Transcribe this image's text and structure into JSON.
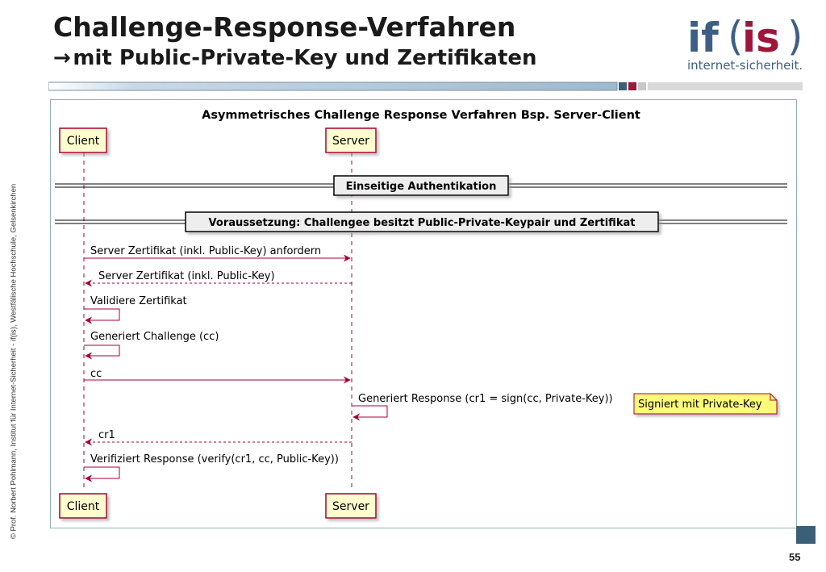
{
  "slide": {
    "title_line1": "Challenge-Response-Verfahren",
    "title_arrow": "→",
    "title_line2": "mit Public-Private-Key und Zertifikaten",
    "page_number": "55",
    "sidebar_text": "© Prof. Norbert Pohlmann, Institut für Internet-Sicherheit - if(is), Westfälische Hochschule, Gelsenkirchen"
  },
  "logo": {
    "if_text": "if",
    "open_paren": "(",
    "is_text": "is",
    "close_paren": ")",
    "subtitle": "internet-sicherheit.",
    "color_blue": "#3e5f85",
    "color_red": "#a0163a"
  },
  "diagram": {
    "title": "Asymmetrisches Challenge Response Verfahren Bsp. Server-Client",
    "participants": {
      "client": "Client",
      "server": "Server"
    },
    "dividers": {
      "auth": "Einseitige Authentikation",
      "precondition": "Voraussetzung: Challengee besitzt Public-Private-Keypair und Zertifikat"
    },
    "messages": {
      "m1": "Server Zertifikat (inkl. Public-Key) anfordern",
      "m2": "Server Zertifikat (inkl. Public-Key)",
      "m3": "Validiere Zertifikat",
      "m4": "Generiert Challenge (cc)",
      "m5": "cc",
      "m6": "Generiert Response (cr1 = sign(cc, Private-Key))",
      "m7": "cr1",
      "m8": "Verifiziert Response (verify(cr1, cc, Public-Key))"
    },
    "note": "Signiert mit Private-Key",
    "colors": {
      "arrow": "#a80036",
      "participant_fill": "#fefece",
      "note_fill": "#fbfb77"
    }
  }
}
